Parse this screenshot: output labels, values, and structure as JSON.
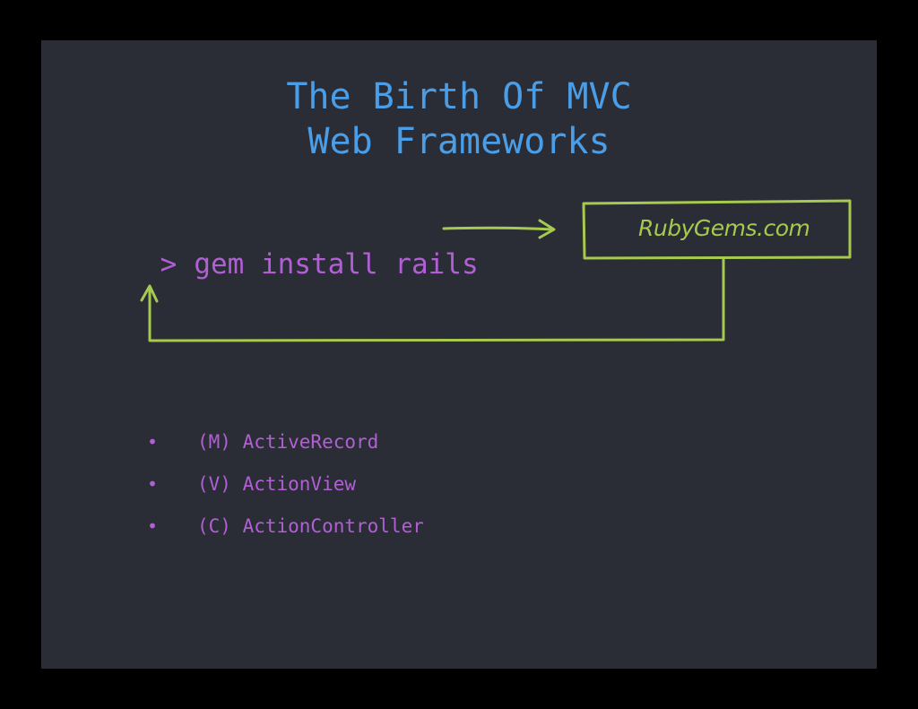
{
  "slide": {
    "title_line_1": "The Birth Of MVC",
    "title_line_2": "Web Frameworks",
    "command": {
      "prompt": ">",
      "text": "gem install rails"
    },
    "diagram": {
      "box_label": "RubyGems.com",
      "stroke_color": "#a6c94f"
    },
    "bullets": [
      {
        "marker": "•",
        "text": "(M) ActiveRecord"
      },
      {
        "marker": "•",
        "text": "(V) ActionView"
      },
      {
        "marker": "•",
        "text": "(C) ActionController"
      }
    ]
  },
  "colors": {
    "background": "#2a2d35",
    "frame": "#000000",
    "title": "#4a9ee8",
    "code": "#b25fd6",
    "sketch": "#a6c94f"
  }
}
